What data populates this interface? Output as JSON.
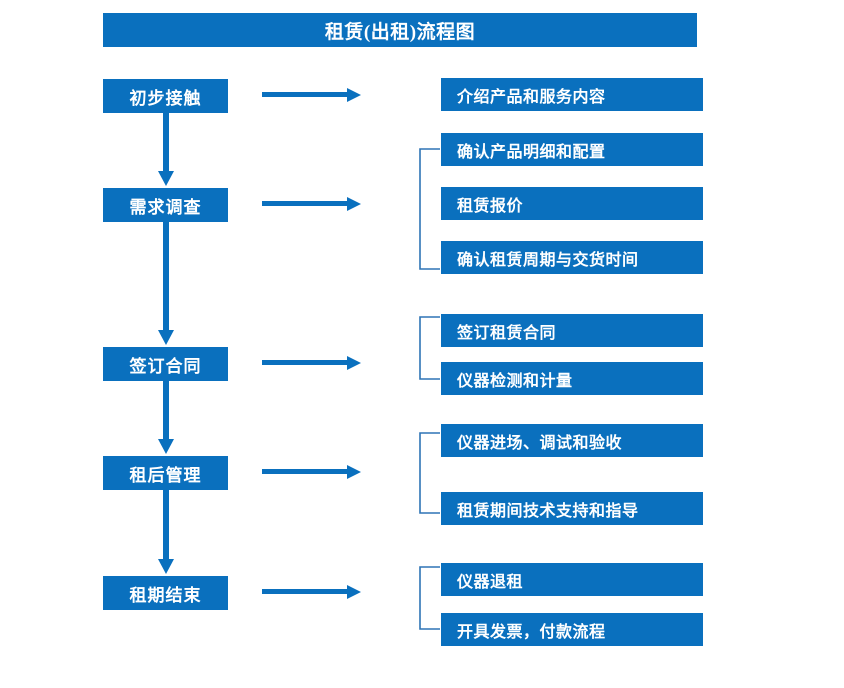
{
  "diagram": {
    "title": "租赁(出租)流程图",
    "accent_color": "#0A70BE",
    "text_color": "#FFFFFF",
    "background_color": "#FFFFFF",
    "stages": [
      {
        "label": "初步接触"
      },
      {
        "label": "需求调查"
      },
      {
        "label": "签订合同"
      },
      {
        "label": "租后管理"
      },
      {
        "label": "租期结束"
      }
    ],
    "detail_groups": [
      {
        "stage": "初步接触",
        "bracketed": false,
        "items": [
          {
            "label": "介绍产品和服务内容"
          }
        ]
      },
      {
        "stage": "需求调查",
        "bracketed": true,
        "items": [
          {
            "label": "确认产品明细和配置"
          },
          {
            "label": "租赁报价"
          },
          {
            "label": "确认租赁周期与交货时间"
          }
        ]
      },
      {
        "stage": "签订合同",
        "bracketed": true,
        "items": [
          {
            "label": "签订租赁合同"
          },
          {
            "label": "仪器检测和计量"
          }
        ]
      },
      {
        "stage": "租后管理",
        "bracketed": true,
        "items": [
          {
            "label": "仪器进场、调试和验收"
          },
          {
            "label": "租赁期间技术支持和指导"
          }
        ]
      },
      {
        "stage": "租期结束",
        "bracketed": true,
        "items": [
          {
            "label": "仪器退租"
          },
          {
            "label": "开具发票，付款流程"
          }
        ]
      }
    ]
  }
}
